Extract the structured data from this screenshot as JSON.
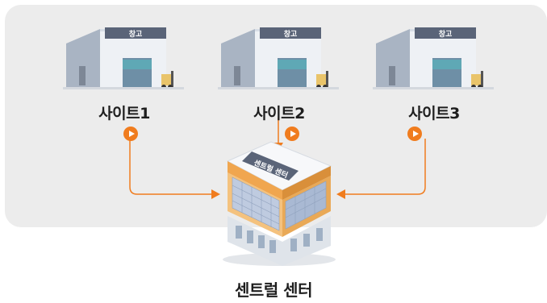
{
  "sites": [
    {
      "name": "사이트1",
      "warehouse_sign": "창고"
    },
    {
      "name": "사이트2",
      "warehouse_sign": "창고"
    },
    {
      "name": "사이트3",
      "warehouse_sign": "창고"
    }
  ],
  "center": {
    "label": "센트럴 센터",
    "building_sign": "센트럴 센터"
  },
  "colors": {
    "accent": "#f07c1e",
    "panel": "#ececec",
    "sign": "#5a6478"
  }
}
